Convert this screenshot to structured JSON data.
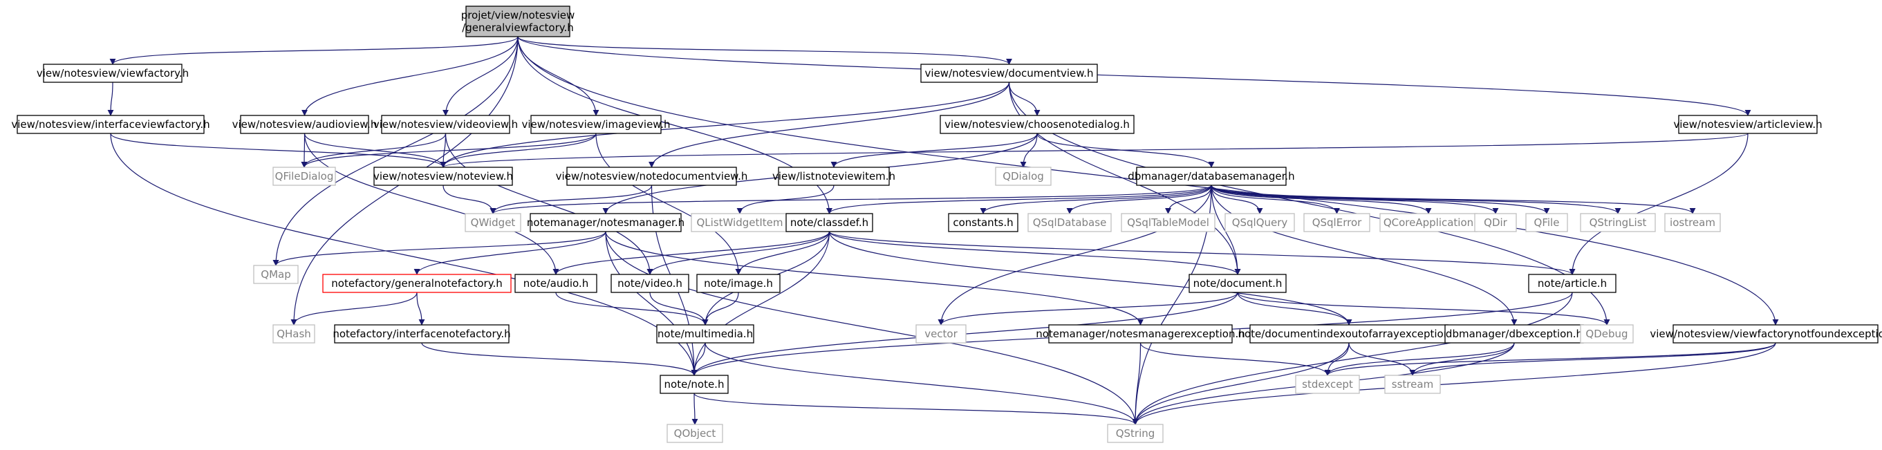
{
  "colors": {
    "edge": "#191970",
    "node_border": "#000000",
    "node_fill": "#ffffff",
    "root_fill": "#bfbfbf",
    "external_border": "#bfbfbf",
    "external_text": "#808080",
    "truncated_border": "#ff0000",
    "text": "#000000"
  },
  "nodes": [
    {
      "id": "root",
      "lines": [
        "projet/view/notesview",
        "/generalviewfactory.h"
      ],
      "style": "root"
    },
    {
      "id": "viewfactory",
      "lines": [
        "view/notesview/viewfactory.h"
      ],
      "style": "normal"
    },
    {
      "id": "interfaceviewfactory",
      "lines": [
        "view/notesview/interfaceviewfactory.h"
      ],
      "style": "normal"
    },
    {
      "id": "audioview",
      "lines": [
        "view/notesview/audioview.h"
      ],
      "style": "normal"
    },
    {
      "id": "videoview",
      "lines": [
        "view/notesview/videoview.h"
      ],
      "style": "normal"
    },
    {
      "id": "imageview",
      "lines": [
        "view/notesview/imageview.h"
      ],
      "style": "normal"
    },
    {
      "id": "documentview",
      "lines": [
        "view/notesview/documentview.h"
      ],
      "style": "normal"
    },
    {
      "id": "articleview",
      "lines": [
        "view/notesview/articleview.h"
      ],
      "style": "normal"
    },
    {
      "id": "choosenotedialog",
      "lines": [
        "view/notesview/choosenotedialog.h"
      ],
      "style": "normal"
    },
    {
      "id": "noteview",
      "lines": [
        "view/notesview/noteview.h"
      ],
      "style": "normal"
    },
    {
      "id": "notedocumentview",
      "lines": [
        "view/notesview/notedocumentview.h"
      ],
      "style": "normal"
    },
    {
      "id": "listnoteviewitem",
      "lines": [
        "view/listnoteviewitem.h"
      ],
      "style": "normal"
    },
    {
      "id": "databasemanager",
      "lines": [
        "dbmanager/databasemanager.h"
      ],
      "style": "normal"
    },
    {
      "id": "qfiledialog",
      "lines": [
        "QFileDialog"
      ],
      "style": "external"
    },
    {
      "id": "qdialog",
      "lines": [
        "QDialog"
      ],
      "style": "external"
    },
    {
      "id": "qwidget",
      "lines": [
        "QWidget"
      ],
      "style": "external"
    },
    {
      "id": "notesmanager",
      "lines": [
        "notemanager/notesmanager.h"
      ],
      "style": "normal"
    },
    {
      "id": "qlistwidgetitem",
      "lines": [
        "QListWidgetItem"
      ],
      "style": "external"
    },
    {
      "id": "classdef",
      "lines": [
        "note/classdef.h"
      ],
      "style": "normal"
    },
    {
      "id": "constants",
      "lines": [
        "constants.h"
      ],
      "style": "normal"
    },
    {
      "id": "qsqldatabase",
      "lines": [
        "QSqlDatabase"
      ],
      "style": "external"
    },
    {
      "id": "qsqltablemodel",
      "lines": [
        "QSqlTableModel"
      ],
      "style": "external"
    },
    {
      "id": "qsqlquery",
      "lines": [
        "QSqlQuery"
      ],
      "style": "external"
    },
    {
      "id": "qsqlerror",
      "lines": [
        "QSqlError"
      ],
      "style": "external"
    },
    {
      "id": "qcoreapplication",
      "lines": [
        "QCoreApplication"
      ],
      "style": "external"
    },
    {
      "id": "qdir",
      "lines": [
        "QDir"
      ],
      "style": "external"
    },
    {
      "id": "qfile",
      "lines": [
        "QFile"
      ],
      "style": "external"
    },
    {
      "id": "qstringlist",
      "lines": [
        "QStringList"
      ],
      "style": "external"
    },
    {
      "id": "iostream",
      "lines": [
        "iostream"
      ],
      "style": "external"
    },
    {
      "id": "qmap",
      "lines": [
        "QMap"
      ],
      "style": "external"
    },
    {
      "id": "generalnotefactory",
      "lines": [
        "notefactory/generalnotefactory.h"
      ],
      "style": "truncated"
    },
    {
      "id": "audio",
      "lines": [
        "note/audio.h"
      ],
      "style": "normal"
    },
    {
      "id": "video",
      "lines": [
        "note/video.h"
      ],
      "style": "normal"
    },
    {
      "id": "image",
      "lines": [
        "note/image.h"
      ],
      "style": "normal"
    },
    {
      "id": "document",
      "lines": [
        "note/document.h"
      ],
      "style": "normal"
    },
    {
      "id": "article",
      "lines": [
        "note/article.h"
      ],
      "style": "normal"
    },
    {
      "id": "qhash",
      "lines": [
        "QHash"
      ],
      "style": "external"
    },
    {
      "id": "interfacenotefactory",
      "lines": [
        "notefactory/interfacenotefactory.h"
      ],
      "style": "normal"
    },
    {
      "id": "multimedia",
      "lines": [
        "note/multimedia.h"
      ],
      "style": "normal"
    },
    {
      "id": "vector",
      "lines": [
        "vector"
      ],
      "style": "external"
    },
    {
      "id": "notesmanagerexception",
      "lines": [
        "notemanager/notesmanagerexception.h"
      ],
      "style": "normal"
    },
    {
      "id": "documentindexoutofarrayexception",
      "lines": [
        "note/documentindexoutofarrayexception.h"
      ],
      "style": "normal"
    },
    {
      "id": "dbexception",
      "lines": [
        "dbmanager/dbexception.h"
      ],
      "style": "normal"
    },
    {
      "id": "qdebug",
      "lines": [
        "QDebug"
      ],
      "style": "external"
    },
    {
      "id": "viewfactorynotfoundexception",
      "lines": [
        "view/notesview/viewfactorynotfoundexception.h"
      ],
      "style": "normal"
    },
    {
      "id": "note",
      "lines": [
        "note/note.h"
      ],
      "style": "normal"
    },
    {
      "id": "stdexcept",
      "lines": [
        "stdexcept"
      ],
      "style": "external"
    },
    {
      "id": "sstream",
      "lines": [
        "sstream"
      ],
      "style": "external"
    },
    {
      "id": "qobject",
      "lines": [
        "QObject"
      ],
      "style": "external"
    },
    {
      "id": "qstring",
      "lines": [
        "QString"
      ],
      "style": "external"
    }
  ],
  "edges": [
    [
      "root",
      "viewfactory"
    ],
    [
      "root",
      "audioview"
    ],
    [
      "root",
      "videoview"
    ],
    [
      "root",
      "imageview"
    ],
    [
      "root",
      "documentview"
    ],
    [
      "root",
      "articleview"
    ],
    [
      "root",
      "qmap"
    ],
    [
      "root",
      "qhash"
    ],
    [
      "root",
      "classdef"
    ],
    [
      "root",
      "viewfactorynotfoundexception"
    ],
    [
      "viewfactory",
      "interfaceviewfactory"
    ],
    [
      "interfaceviewfactory",
      "noteview"
    ],
    [
      "interfaceviewfactory",
      "note"
    ],
    [
      "audioview",
      "noteview"
    ],
    [
      "audioview",
      "qfiledialog"
    ],
    [
      "audioview",
      "audio"
    ],
    [
      "videoview",
      "noteview"
    ],
    [
      "videoview",
      "qfiledialog"
    ],
    [
      "videoview",
      "video"
    ],
    [
      "imageview",
      "noteview"
    ],
    [
      "imageview",
      "qfiledialog"
    ],
    [
      "imageview",
      "image"
    ],
    [
      "documentview",
      "noteview"
    ],
    [
      "documentview",
      "notedocumentview"
    ],
    [
      "documentview",
      "choosenotedialog"
    ],
    [
      "documentview",
      "document"
    ],
    [
      "documentview",
      "qdebug"
    ],
    [
      "articleview",
      "noteview"
    ],
    [
      "articleview",
      "article"
    ],
    [
      "choosenotedialog",
      "qdialog"
    ],
    [
      "choosenotedialog",
      "listnoteviewitem"
    ],
    [
      "choosenotedialog",
      "databasemanager"
    ],
    [
      "choosenotedialog",
      "notesmanager"
    ],
    [
      "noteview",
      "qwidget"
    ],
    [
      "notedocumentview",
      "qwidget"
    ],
    [
      "notedocumentview",
      "note"
    ],
    [
      "listnoteviewitem",
      "qlistwidgetitem"
    ],
    [
      "databasemanager",
      "qwidget"
    ],
    [
      "databasemanager",
      "classdef"
    ],
    [
      "databasemanager",
      "constants"
    ],
    [
      "databasemanager",
      "qsqldatabase"
    ],
    [
      "databasemanager",
      "qsqltablemodel"
    ],
    [
      "databasemanager",
      "qsqlquery"
    ],
    [
      "databasemanager",
      "qsqlerror"
    ],
    [
      "databasemanager",
      "qcoreapplication"
    ],
    [
      "databasemanager",
      "qdir"
    ],
    [
      "databasemanager",
      "qfile"
    ],
    [
      "databasemanager",
      "qstringlist"
    ],
    [
      "databasemanager",
      "iostream"
    ],
    [
      "databasemanager",
      "vector"
    ],
    [
      "databasemanager",
      "qstring"
    ],
    [
      "databasemanager",
      "document"
    ],
    [
      "databasemanager",
      "dbexception"
    ],
    [
      "notesmanager",
      "qmap"
    ],
    [
      "notesmanager",
      "generalnotefactory"
    ],
    [
      "notesmanager",
      "notesmanagerexception"
    ],
    [
      "notesmanager",
      "note"
    ],
    [
      "notesmanager",
      "qstring"
    ],
    [
      "classdef",
      "audio"
    ],
    [
      "classdef",
      "video"
    ],
    [
      "classdef",
      "image"
    ],
    [
      "classdef",
      "document"
    ],
    [
      "classdef",
      "article"
    ],
    [
      "classdef",
      "multimedia"
    ],
    [
      "classdef",
      "note"
    ],
    [
      "classdef",
      "documentindexoutofarrayexception"
    ],
    [
      "generalnotefactory",
      "qhash"
    ],
    [
      "generalnotefactory",
      "interfacenotefactory"
    ],
    [
      "audio",
      "multimedia"
    ],
    [
      "video",
      "multimedia"
    ],
    [
      "image",
      "multimedia"
    ],
    [
      "document",
      "note"
    ],
    [
      "document",
      "vector"
    ],
    [
      "document",
      "documentindexoutofarrayexception"
    ],
    [
      "document",
      "qdebug"
    ],
    [
      "article",
      "note"
    ],
    [
      "article",
      "qstring"
    ],
    [
      "interfacenotefactory",
      "note"
    ],
    [
      "multimedia",
      "note"
    ],
    [
      "multimedia",
      "qstring"
    ],
    [
      "notesmanagerexception",
      "stdexcept"
    ],
    [
      "notesmanagerexception",
      "qstring"
    ],
    [
      "documentindexoutofarrayexception",
      "stdexcept"
    ],
    [
      "documentindexoutofarrayexception",
      "sstream"
    ],
    [
      "documentindexoutofarrayexception",
      "qstring"
    ],
    [
      "dbexception",
      "stdexcept"
    ],
    [
      "dbexception",
      "sstream"
    ],
    [
      "dbexception",
      "qstring"
    ],
    [
      "viewfactorynotfoundexception",
      "stdexcept"
    ],
    [
      "viewfactorynotfoundexception",
      "sstream"
    ],
    [
      "viewfactorynotfoundexception",
      "qstring"
    ],
    [
      "note",
      "qobject"
    ],
    [
      "note",
      "qstring"
    ]
  ]
}
